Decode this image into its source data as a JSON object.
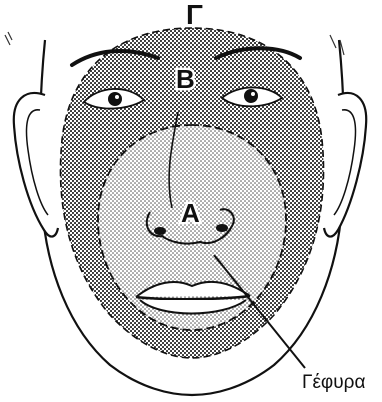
{
  "diagram": {
    "labels": {
      "outer": "Γ",
      "middle": "Β",
      "inner": "Α",
      "bridge": "Γέφυρα"
    }
  }
}
